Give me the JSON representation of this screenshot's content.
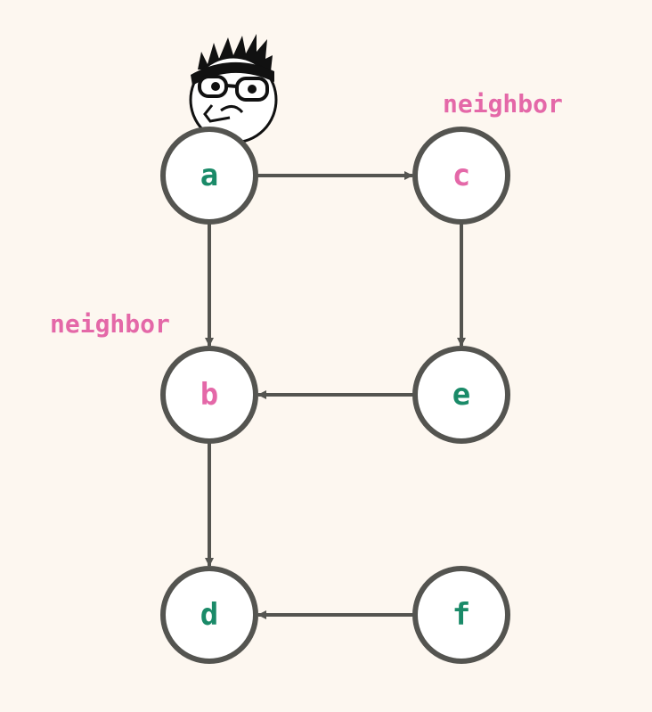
{
  "colors": {
    "background": "#fdf7f0",
    "stroke": "#545450",
    "visited": "#1a8a68",
    "neighbor": "#e468a8",
    "node_fill": "#ffffff"
  },
  "nodes": [
    {
      "id": "a",
      "label": "a",
      "state": "visited"
    },
    {
      "id": "c",
      "label": "c",
      "state": "neighbor"
    },
    {
      "id": "b",
      "label": "b",
      "state": "neighbor"
    },
    {
      "id": "e",
      "label": "e",
      "state": "visited"
    },
    {
      "id": "d",
      "label": "d",
      "state": "visited"
    },
    {
      "id": "f",
      "label": "f",
      "state": "visited"
    }
  ],
  "edges": [
    {
      "from": "a",
      "to": "c"
    },
    {
      "from": "a",
      "to": "b"
    },
    {
      "from": "c",
      "to": "e"
    },
    {
      "from": "e",
      "to": "b"
    },
    {
      "from": "b",
      "to": "d"
    },
    {
      "from": "f",
      "to": "d"
    }
  ],
  "annotations": {
    "neighbor_c": "neighbor",
    "neighbor_b": "neighbor"
  },
  "character": {
    "icon": "thinking-face-with-glasses-icon"
  }
}
